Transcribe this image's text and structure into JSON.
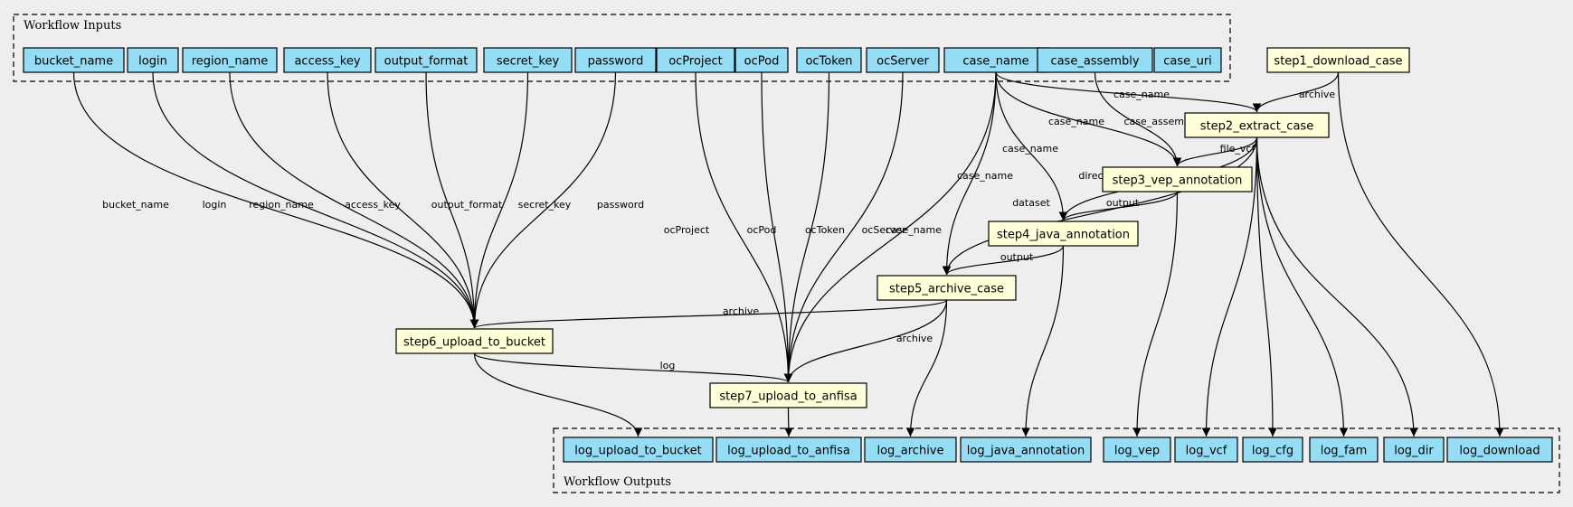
{
  "clusters": {
    "inputs": {
      "label": "Workflow Inputs"
    },
    "outputs": {
      "label": "Workflow Outputs"
    }
  },
  "colors": {
    "background": "#eeeeee",
    "io_fill": "#94ddf4",
    "step_fill": "#ffffd8",
    "line": "#000000"
  },
  "inputs": [
    "bucket_name",
    "login",
    "region_name",
    "access_key",
    "output_format",
    "secret_key",
    "password",
    "ocProject",
    "ocPod",
    "ocToken",
    "ocServer",
    "case_name",
    "case_assembly",
    "case_uri"
  ],
  "steps": [
    "step1_download_case",
    "step2_extract_case",
    "step3_vep_annotation",
    "step4_java_annotation",
    "step5_archive_case",
    "step6_upload_to_bucket",
    "step7_upload_to_anfisa"
  ],
  "outputs": [
    "log_upload_to_bucket",
    "log_upload_to_anfisa",
    "log_archive",
    "log_java_annotation",
    "log_vep",
    "log_vcf",
    "log_cfg",
    "log_fam",
    "log_dir",
    "log_download"
  ],
  "edges": [
    {
      "from": "bucket_name",
      "to": "step6_upload_to_bucket",
      "label": "bucket_name"
    },
    {
      "from": "login",
      "to": "step6_upload_to_bucket",
      "label": "login"
    },
    {
      "from": "region_name",
      "to": "step6_upload_to_bucket",
      "label": "region_name"
    },
    {
      "from": "access_key",
      "to": "step6_upload_to_bucket",
      "label": "access_key"
    },
    {
      "from": "output_format",
      "to": "step6_upload_to_bucket",
      "label": "output_format"
    },
    {
      "from": "secret_key",
      "to": "step6_upload_to_bucket",
      "label": "secret_key"
    },
    {
      "from": "password",
      "to": "step6_upload_to_bucket",
      "label": "password"
    },
    {
      "from": "ocProject",
      "to": "step7_upload_to_anfisa",
      "label": "ocProject"
    },
    {
      "from": "ocPod",
      "to": "step7_upload_to_anfisa",
      "label": "ocPod"
    },
    {
      "from": "ocToken",
      "to": "step7_upload_to_anfisa",
      "label": "ocToken"
    },
    {
      "from": "ocServer",
      "to": "step7_upload_to_anfisa",
      "label": "ocServer"
    },
    {
      "from": "case_name",
      "to": "step7_upload_to_anfisa",
      "label": "case_name"
    },
    {
      "from": "case_name",
      "to": "step5_archive_case",
      "label": "case_name"
    },
    {
      "from": "case_name",
      "to": "step4_java_annotation",
      "label": "case_name"
    },
    {
      "from": "case_name",
      "to": "step3_vep_annotation",
      "label": "case_name"
    },
    {
      "from": "case_name",
      "to": "step2_extract_case",
      "label": "case_name"
    },
    {
      "from": "case_assembly",
      "to": "step3_vep_annotation",
      "label": "case_assembly"
    },
    {
      "from": "step1_download_case",
      "to": "step2_extract_case",
      "label": "archive"
    },
    {
      "from": "step1_download_case",
      "to": "log_download",
      "label": ""
    },
    {
      "from": "step2_extract_case",
      "to": "step3_vep_annotation",
      "label": "file_vcf"
    },
    {
      "from": "step2_extract_case",
      "to": "step4_java_annotation",
      "label": "directory"
    },
    {
      "from": "step2_extract_case",
      "to": "step5_archive_case",
      "label": "dataset"
    },
    {
      "from": "step2_extract_case",
      "to": "log_vcf",
      "label": ""
    },
    {
      "from": "step2_extract_case",
      "to": "log_cfg",
      "label": ""
    },
    {
      "from": "step2_extract_case",
      "to": "log_fam",
      "label": ""
    },
    {
      "from": "step2_extract_case",
      "to": "log_dir",
      "label": ""
    },
    {
      "from": "step3_vep_annotation",
      "to": "step4_java_annotation",
      "label": "output"
    },
    {
      "from": "step3_vep_annotation",
      "to": "log_vep",
      "label": ""
    },
    {
      "from": "step4_java_annotation",
      "to": "step5_archive_case",
      "label": "output"
    },
    {
      "from": "step4_java_annotation",
      "to": "log_java_annotation",
      "label": ""
    },
    {
      "from": "step5_archive_case",
      "to": "step6_upload_to_bucket",
      "label": "archive"
    },
    {
      "from": "step5_archive_case",
      "to": "step7_upload_to_anfisa",
      "label": "archive"
    },
    {
      "from": "step5_archive_case",
      "to": "log_archive",
      "label": ""
    },
    {
      "from": "step6_upload_to_bucket",
      "to": "step7_upload_to_anfisa",
      "label": "log"
    },
    {
      "from": "step6_upload_to_bucket",
      "to": "log_upload_to_bucket",
      "label": ""
    },
    {
      "from": "step7_upload_to_anfisa",
      "to": "log_upload_to_anfisa",
      "label": ""
    }
  ]
}
